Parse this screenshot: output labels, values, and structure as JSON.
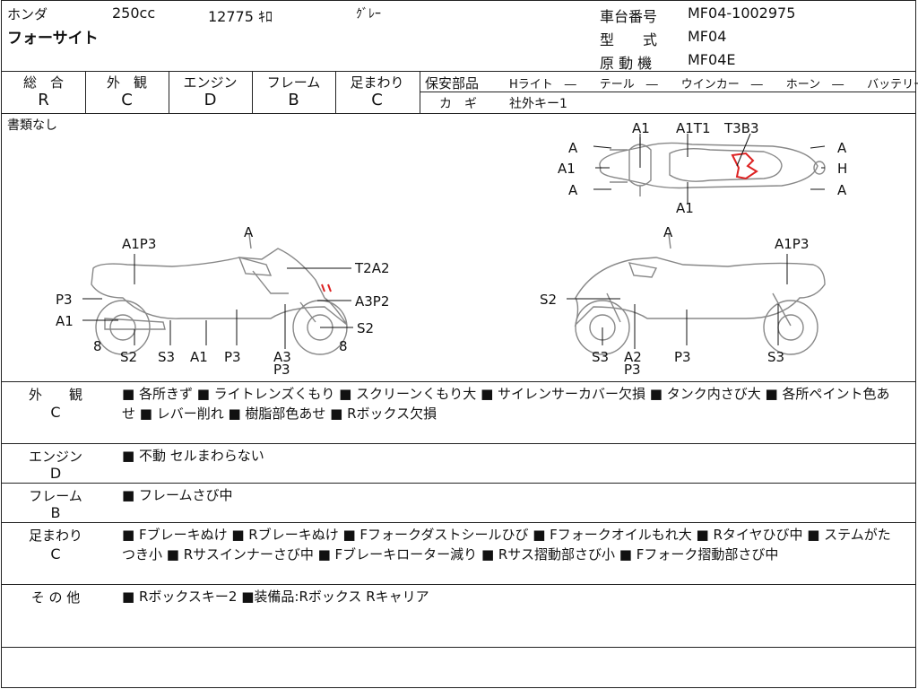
{
  "header": {
    "maker": "ホンダ",
    "displacement": "250cc",
    "mileage": "12775 ｷﾛ",
    "color": "ｸﾞﾚｰ",
    "model_name": "フォーサイト",
    "frame_no_label": "車台番号",
    "frame_no": "MF04-1002975",
    "type_label": "型　　式",
    "type_value": "MF04",
    "engine_label": "原 動 機",
    "engine_value": "MF04E"
  },
  "grades": [
    {
      "label": "総　合",
      "value": "R"
    },
    {
      "label": "外　観",
      "value": "C"
    },
    {
      "label": "エンジン",
      "value": "D"
    },
    {
      "label": "フレーム",
      "value": "B"
    },
    {
      "label": "足まわり",
      "value": "C"
    }
  ],
  "safety": {
    "label": "保安部品",
    "items": "Hライト　―　　テール　―　　ウインカー　―　　ホーン　―　　バッテリー ×",
    "key_label": "カ　ギ",
    "key_value": "社外キー1"
  },
  "documents_note": "書類なし",
  "diagram_labels": {
    "top": [
      "A1",
      "A1T1",
      "T3B3",
      "A",
      "A1",
      "A",
      "A",
      "H",
      "A",
      "A1"
    ],
    "left": [
      "A",
      "A1P3",
      "T2A2",
      "P3",
      "A1",
      "A3P2",
      "S2",
      "8",
      "S2",
      "S3",
      "A1",
      "P3",
      "A3",
      "P3",
      "8"
    ],
    "right": [
      "A",
      "A1P3",
      "S2",
      "S3",
      "A2",
      "P3",
      "P3",
      "S3"
    ]
  },
  "sections": [
    {
      "title": "外　　観",
      "grade": "C",
      "body": "■ 各所きず ■ ライトレンズくもり ■ スクリーンくもり大 ■ サイレンサーカバー欠損 ■ タンク内さび大 ■ 各所ペイント色あせ ■ レバー削れ ■ 樹脂部色あせ ■ Rボックス欠損"
    },
    {
      "title": "エンジン",
      "grade": "D",
      "body": "■ 不動 セルまわらない"
    },
    {
      "title": "フレーム",
      "grade": "B",
      "body": "■ フレームさび中"
    },
    {
      "title": "足まわり",
      "grade": "C",
      "body": "■ Fブレーキぬけ ■ Rブレーキぬけ ■ Fフォークダストシールひび ■ Fフォークオイルもれ大 ■ Rタイヤひび中 ■ ステムがたつき小 ■ Rサスインナーさび中 ■ Fブレーキローター減り ■ Rサス摺動部さび小 ■ Fフォーク摺動部さび中"
    },
    {
      "title": "そ の 他",
      "grade": "",
      "body": "■ Rボックスキー2 ■装備品:Rボックス Rキャリア"
    }
  ]
}
